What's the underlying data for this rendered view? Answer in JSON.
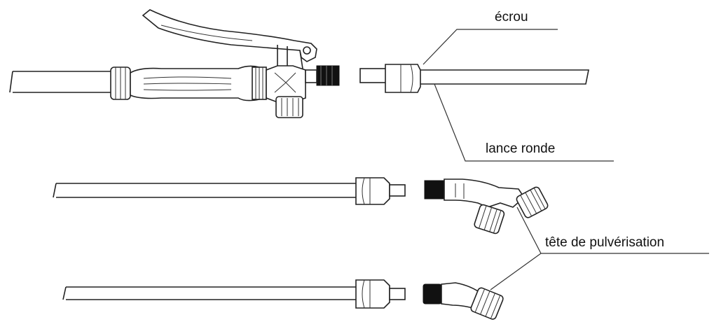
{
  "labels": {
    "nut": "écrou",
    "round_lance": "lance ronde",
    "spray_head": "tête de pulvérisation"
  },
  "colors": {
    "stroke": "#222222",
    "background": "#ffffff",
    "text": "#111111"
  }
}
